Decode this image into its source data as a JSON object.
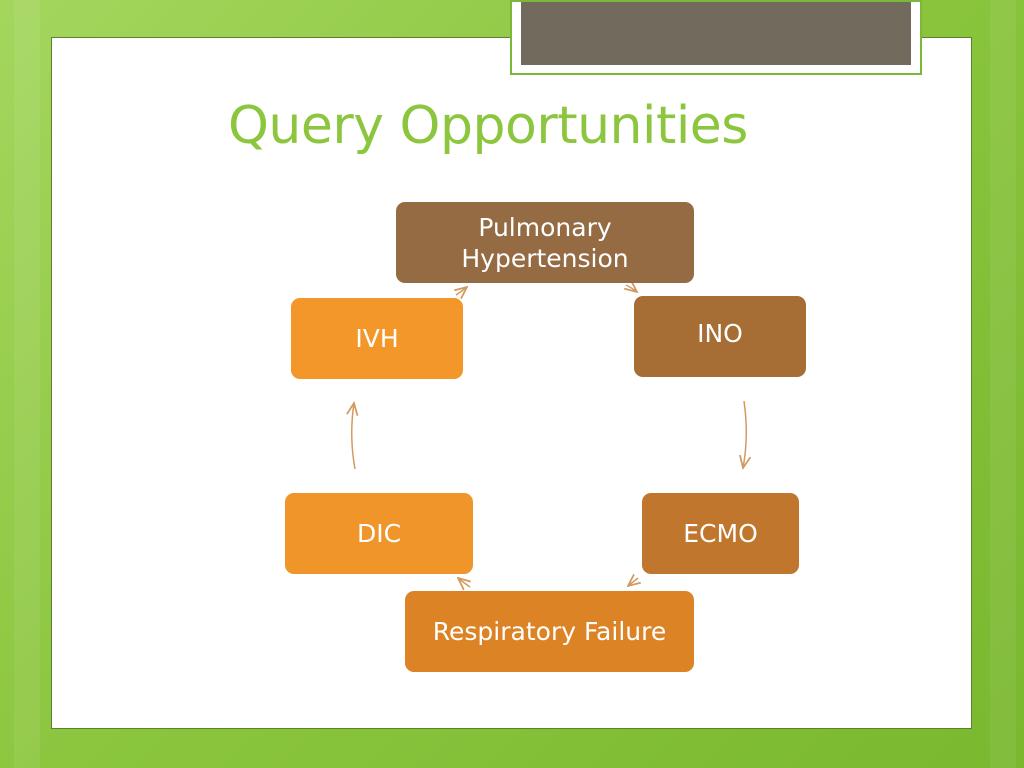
{
  "slide": {
    "title": "Query Opportunities"
  },
  "cycle": {
    "nodes": [
      {
        "id": "pulmonary-hypertension",
        "label": "Pulmonary Hypertension"
      },
      {
        "id": "ino",
        "label": "INO"
      },
      {
        "id": "ecmo",
        "label": "ECMO"
      },
      {
        "id": "respiratory-failure",
        "label": "Respiratory Failure"
      },
      {
        "id": "dic",
        "label": "DIC"
      },
      {
        "id": "ivh",
        "label": "IVH"
      }
    ],
    "direction": "clockwise"
  },
  "colors": {
    "background_green": "#8cc63f",
    "title_green": "#8cc63f",
    "tab_gray": "#726a5c",
    "arrow": "#d39a5f",
    "node_pulmonary": "#946b43",
    "node_ino": "#a66d35",
    "node_ecmo": "#c0762d",
    "node_respiratory": "#dc8325",
    "node_dic": "#f0952a",
    "node_ivh": "#f4972b"
  }
}
